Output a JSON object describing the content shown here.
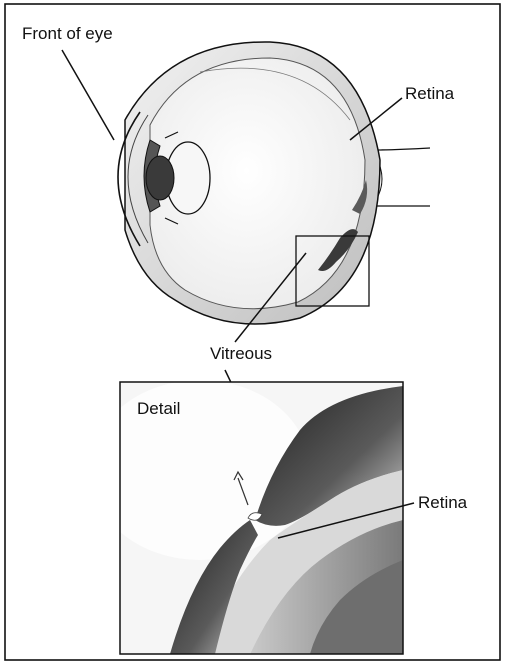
{
  "labels": {
    "front_of_eye": "Front of eye",
    "retina_top": "Retina",
    "vitreous": "Vitreous",
    "detail": "Detail",
    "retina_detail": "Retina"
  },
  "colors": {
    "line": "#111111",
    "shade_dark": "#3a3a3a",
    "shade_mid": "#8a8a8a",
    "shade_light": "#d6d6d6"
  }
}
